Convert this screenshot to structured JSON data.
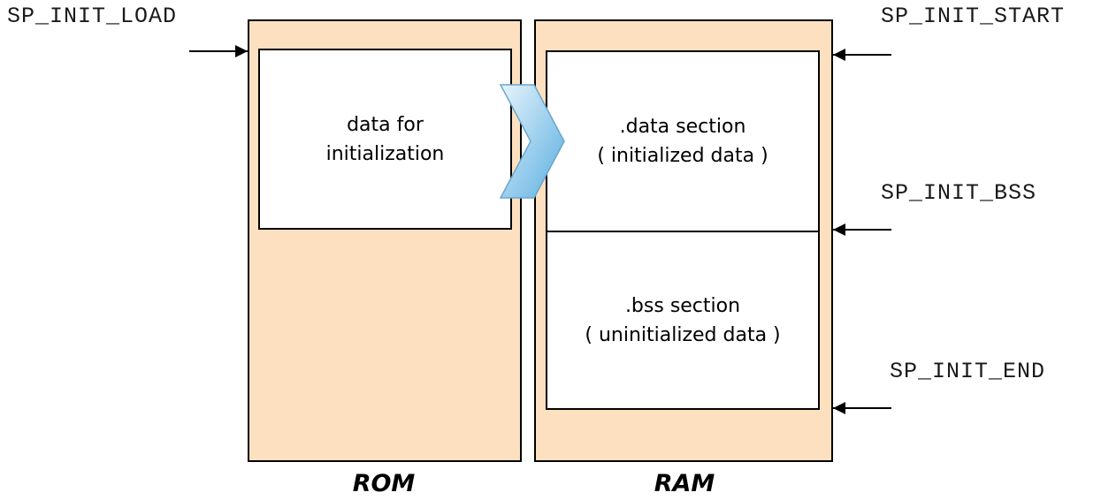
{
  "labels": {
    "sp_init_load": "SP_INIT_LOAD",
    "sp_init_start": "SP_INIT_START",
    "sp_init_bss": "SP_INIT_BSS",
    "sp_init_end": "SP_INIT_END"
  },
  "rom": {
    "caption": "ROM",
    "init_data_line1": "data for",
    "init_data_line2": "initialization"
  },
  "ram": {
    "caption": "RAM",
    "data_section_line1": ".data section",
    "data_section_line2": "( initialized data )",
    "bss_section_line1": ".bss section",
    "bss_section_line2": "( uninitialized data )"
  },
  "colors": {
    "memory_fill": "#fde0bf",
    "copy_arrow_light": "#e6f4fc",
    "copy_arrow_dark": "#5aaee0"
  }
}
